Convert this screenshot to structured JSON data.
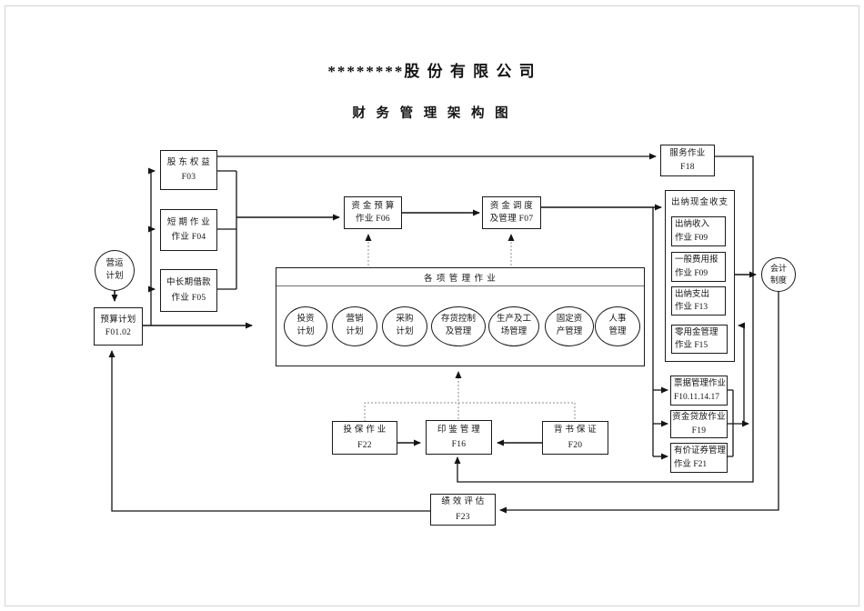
{
  "title": "********股 份 有 限 公 司",
  "subtitle": "财 务 管 理 架 构 图",
  "colors": {
    "line": "#141414",
    "dotted_line": "#8f8f8f",
    "background": "#ffffff"
  },
  "nodes": {
    "operating_plan": {
      "line1": "营运",
      "line2": "计划"
    },
    "budget_plan": {
      "line1": "预算计划",
      "line2": "F01.02"
    },
    "shareholder_equity": {
      "line1": "股 东 权 益",
      "line2": "F03"
    },
    "short_term": {
      "line1": "短 期 作 业",
      "line2": "作业 F04"
    },
    "mid_long_term_loan": {
      "line1": "中长期借款",
      "line2": "作业 F05"
    },
    "fund_budget": {
      "line1": "资 金 预 算",
      "line2": "作业 F06"
    },
    "fund_dispatch": {
      "line1": "资 金 调 度",
      "line2": "及管理 F07"
    },
    "service_ops": {
      "line1": "服务作业",
      "line2": "F18"
    },
    "cashier": {
      "title": "出纳现金收支"
    },
    "cashier_income": {
      "line1": "出纳收入",
      "line2": "作业 F09"
    },
    "general_expense": {
      "line1": "一般费用报",
      "line2": "作业 F09"
    },
    "cashier_payout": {
      "line1": "出纳支出",
      "line2": "作业 F13"
    },
    "petty_cash": {
      "line1": "零用金管理",
      "line2": "作业  F15"
    },
    "accounting_system": {
      "line1": "会计",
      "line2": "制度"
    },
    "mgmt": {
      "title": "各 项 管 理 作 业"
    },
    "ellipses": [
      {
        "line1": "投资",
        "line2": "计划"
      },
      {
        "line1": "营销",
        "line2": "计划"
      },
      {
        "line1": "采购",
        "line2": "计划"
      },
      {
        "line1": "存货控制",
        "line2": "及管理"
      },
      {
        "line1": "生产及工",
        "line2": "场管理"
      },
      {
        "line1": "固定资",
        "line2": "产管理"
      },
      {
        "line1": "人事",
        "line2": "管理"
      }
    ],
    "bill_mgmt": {
      "line1": "票据管理作业",
      "line2": "F10.11.14.17"
    },
    "fund_lending": {
      "line1": "资金贷放作业",
      "line2": "F19"
    },
    "securities_mgmt": {
      "line1": "有价证券管理",
      "line2": "作业  F21"
    },
    "insurance": {
      "line1": "投 保 作 业",
      "line2": "F22"
    },
    "seal_mgmt": {
      "line1": "印 鉴 管 理",
      "line2": "F16"
    },
    "endorsement": {
      "line1": "背 书 保 证",
      "line2": "F20"
    },
    "performance_eval": {
      "line1": "绩 效 评 估",
      "line2": "F23"
    }
  }
}
